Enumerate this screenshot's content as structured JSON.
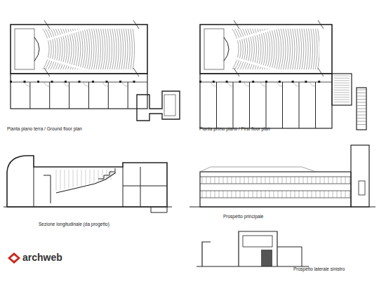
{
  "diagram": {
    "labels": [
      "Pianta piano terra / Ground floor plan",
      "Pianta primo piano / First floor plan",
      "Sezione longitudinale (da progetto)",
      "Prospetto principale",
      "Prospetto laterale sinistro",
      "archweb"
    ]
  }
}
